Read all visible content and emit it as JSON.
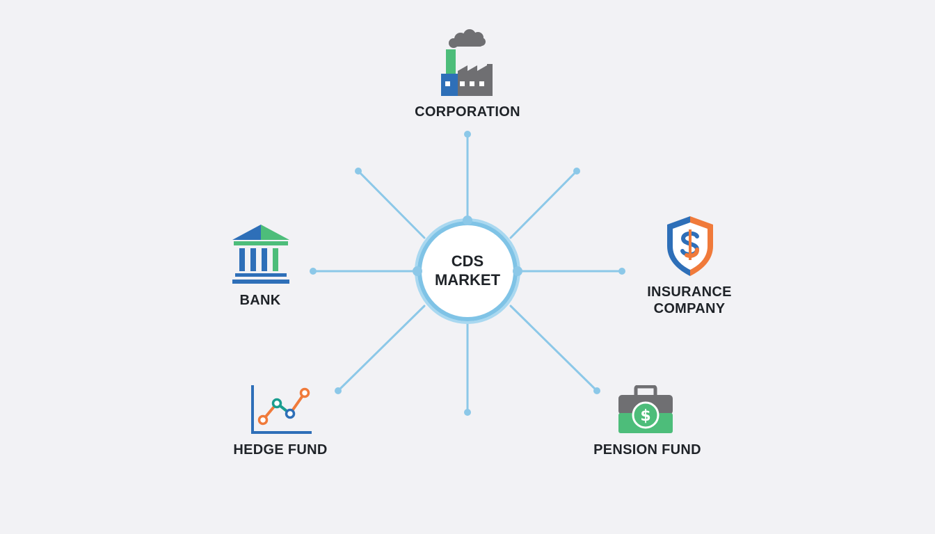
{
  "center": {
    "line1": "CDS",
    "line2": "MARKET"
  },
  "nodes": {
    "corporation": "CORPORATION",
    "bank": "BANK",
    "insurance_line1": "INSURANCE",
    "insurance_line2": "COMPANY",
    "hedge_fund": "HEDGE FUND",
    "pension_fund": "PENSION FUND"
  },
  "colors": {
    "background": "#f2f2f5",
    "connector": "#8cc8e8",
    "hub_ring": "#7fc3e6",
    "text": "#1f2328",
    "blue": "#2e6fb8",
    "green": "#4dbd7a",
    "orange": "#f07a3a",
    "gray": "#6f6f72",
    "teal": "#1a9e8f"
  },
  "icons": {
    "corporation": "factory-icon",
    "bank": "bank-building-icon",
    "insurance": "shield-dollar-icon",
    "hedge_fund": "line-chart-icon",
    "pension_fund": "briefcase-dollar-icon"
  }
}
